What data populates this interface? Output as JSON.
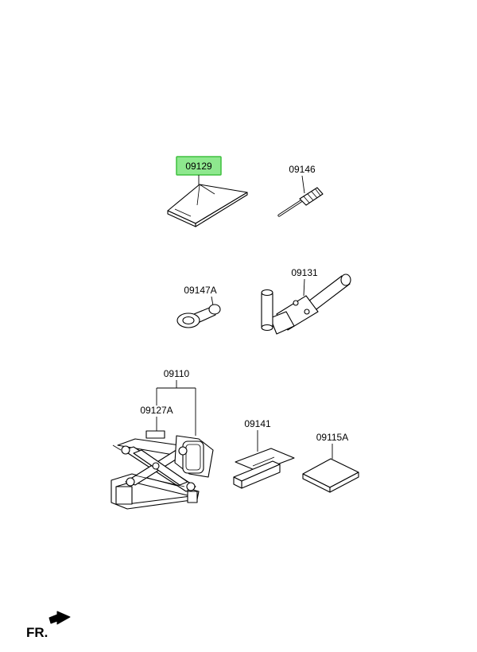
{
  "diagram": {
    "highlight_color": "#8ee88e",
    "highlight_border": "#3fbf3f",
    "labels": {
      "p09129": "09129",
      "p09146": "09146",
      "p09147A": "09147A",
      "p09131": "09131",
      "p09110": "09110",
      "p09127A": "09127A",
      "p09141": "09141",
      "p09115A": "09115A"
    },
    "front_indicator": "FR."
  }
}
